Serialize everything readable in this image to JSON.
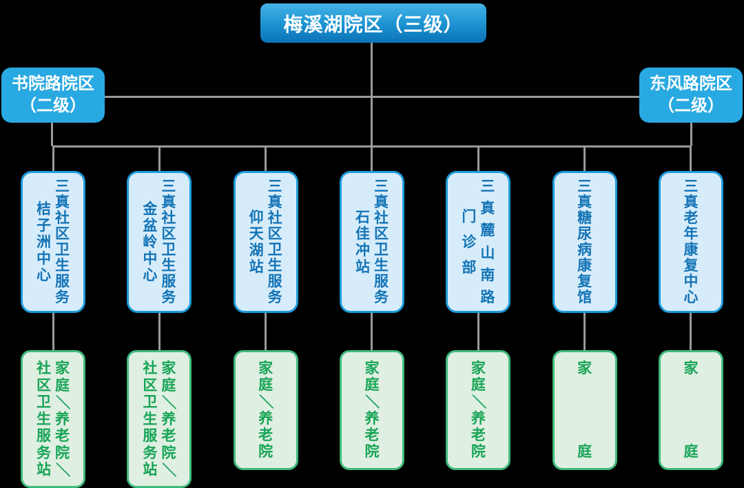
{
  "colors": {
    "background": "#000000",
    "connector": "#9b9b9b",
    "root_gradient_top": "#45B3E6",
    "root_gradient_bottom": "#0B72B7",
    "campus_fill": "#29A9E1",
    "facility_fill": "#D7ECFA",
    "facility_border": "#1C9BD9",
    "facility_text": "#1374B6",
    "service_fill": "#DFEFE2",
    "service_border": "#3FBA7B",
    "service_text": "#17A455"
  },
  "root": {
    "label": "梅溪湖院区（三级）"
  },
  "campuses": {
    "left": {
      "line1": "书院路院区",
      "line2": "（二级）"
    },
    "right": {
      "line1": "东风路院区",
      "line2": "（二级）"
    }
  },
  "branches": [
    {
      "facility": {
        "name": "三真社区卫生服务桔子洲中心",
        "columns": [
          {
            "text": "三真社区卫生服务",
            "mode": "between"
          },
          {
            "text": "桔子洲中心",
            "mode": "center"
          }
        ]
      },
      "service": {
        "name": "家庭／养老院／社区卫生服务站",
        "tall": true,
        "columns": [
          {
            "text": "家庭／养老院／",
            "mode": "between"
          },
          {
            "text": "社区卫生服务站",
            "mode": "between"
          }
        ]
      }
    },
    {
      "facility": {
        "name": "三真社区卫生服务金盆岭中心",
        "columns": [
          {
            "text": "三真社区卫生服务",
            "mode": "between"
          },
          {
            "text": "金盆岭中心",
            "mode": "center"
          }
        ]
      },
      "service": {
        "name": "家庭／养老院／社区卫生服务站",
        "tall": true,
        "columns": [
          {
            "text": "家庭／养老院／",
            "mode": "between"
          },
          {
            "text": "社区卫生服务站",
            "mode": "between"
          }
        ]
      }
    },
    {
      "facility": {
        "name": "三真社区卫生服务仰天湖站",
        "columns": [
          {
            "text": "三真社区卫生服务",
            "mode": "between"
          },
          {
            "text": "仰天湖站",
            "mode": "center"
          }
        ]
      },
      "service": {
        "name": "家庭／养老院",
        "tall": false,
        "columns": [
          {
            "text": "家庭／养老院",
            "mode": "between"
          }
        ]
      }
    },
    {
      "facility": {
        "name": "三真社区卫生服务石佳冲站",
        "columns": [
          {
            "text": "三真社区卫生服务",
            "mode": "between"
          },
          {
            "text": "石佳冲站",
            "mode": "center"
          }
        ]
      },
      "service": {
        "name": "家庭／养老院",
        "tall": false,
        "columns": [
          {
            "text": "家庭／养老院",
            "mode": "between"
          }
        ]
      }
    },
    {
      "facility": {
        "name": "三真麓山南路门诊部",
        "columns": [
          {
            "text": "三真麓山南路",
            "mode": "between"
          },
          {
            "text": "门诊部",
            "mode": "loose"
          }
        ]
      },
      "service": {
        "name": "家庭／养老院",
        "tall": false,
        "columns": [
          {
            "text": "家庭／养老院",
            "mode": "between"
          }
        ]
      }
    },
    {
      "facility": {
        "name": "三真糖尿病康复馆",
        "columns": [
          {
            "text": "三真糖尿病康复馆",
            "mode": "between"
          }
        ]
      },
      "service": {
        "name": "家庭",
        "tall": false,
        "columns": [
          {
            "text": "家庭",
            "mode": "between"
          }
        ]
      }
    },
    {
      "facility": {
        "name": "三真老年康复中心",
        "columns": [
          {
            "text": "三真老年康复中心",
            "mode": "between"
          }
        ]
      },
      "service": {
        "name": "家庭",
        "tall": false,
        "columns": [
          {
            "text": "家庭",
            "mode": "between"
          }
        ]
      }
    }
  ]
}
